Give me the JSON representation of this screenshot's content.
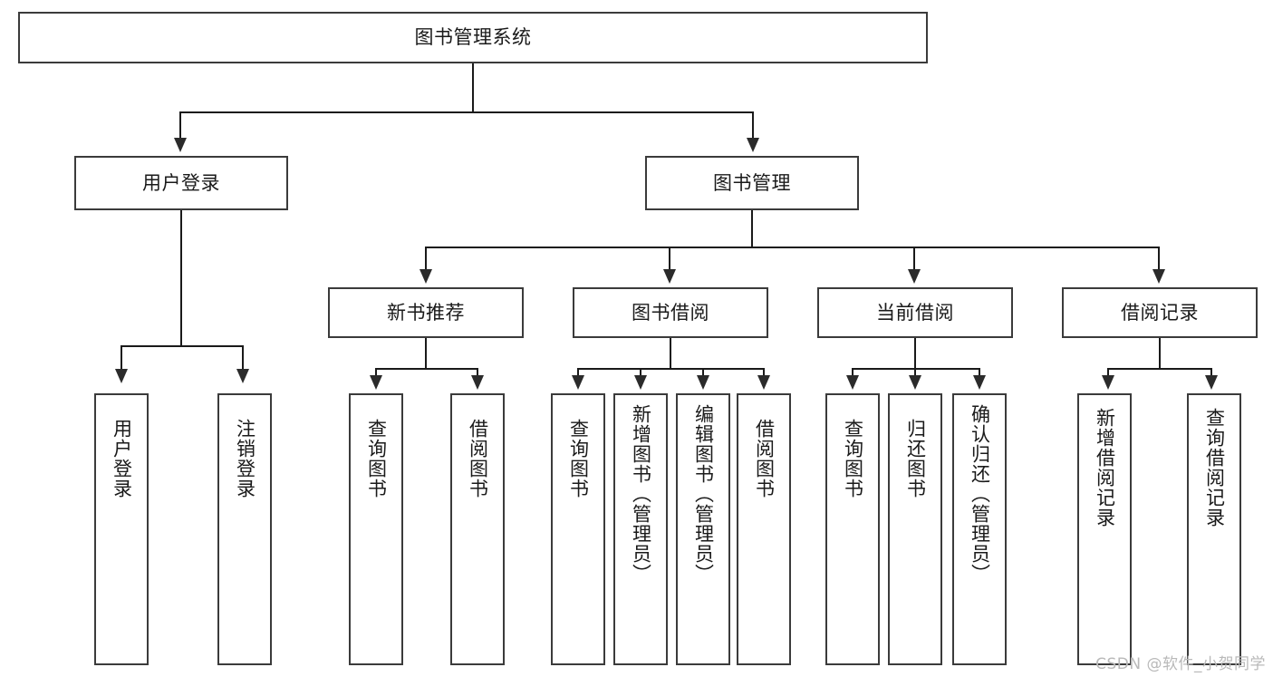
{
  "diagram": {
    "title": "图书管理系统",
    "type": "tree-hierarchy-chart",
    "root": {
      "id": "root",
      "label": "图书管理系统"
    },
    "level1": [
      {
        "id": "user-login",
        "label": "用户登录"
      },
      {
        "id": "book-manage",
        "label": "图书管理"
      }
    ],
    "level2": [
      {
        "id": "new-book-recommend",
        "label": "新书推荐",
        "parent": "book-manage"
      },
      {
        "id": "book-borrow",
        "label": "图书借阅",
        "parent": "book-manage"
      },
      {
        "id": "current-borrow",
        "label": "当前借阅",
        "parent": "book-manage"
      },
      {
        "id": "borrow-record",
        "label": "借阅记录",
        "parent": "book-manage"
      }
    ],
    "leaves": [
      {
        "id": "leaf-user-login",
        "label": "用户登录",
        "parent": "user-login"
      },
      {
        "id": "leaf-logout",
        "label": "注销登录",
        "parent": "user-login"
      },
      {
        "id": "leaf-query-book-1",
        "label": "查询图书",
        "parent": "new-book-recommend"
      },
      {
        "id": "leaf-borrow-book-1",
        "label": "借阅图书",
        "parent": "new-book-recommend"
      },
      {
        "id": "leaf-query-book-2",
        "label": "查询图书",
        "parent": "book-borrow"
      },
      {
        "id": "leaf-add-book",
        "label": "新增图书（管理员）",
        "parent": "book-borrow"
      },
      {
        "id": "leaf-edit-book",
        "label": "编辑图书（管理员）",
        "parent": "book-borrow"
      },
      {
        "id": "leaf-borrow-book-2",
        "label": "借阅图书",
        "parent": "book-borrow"
      },
      {
        "id": "leaf-query-book-3",
        "label": "查询图书",
        "parent": "current-borrow"
      },
      {
        "id": "leaf-return-book",
        "label": "归还图书",
        "parent": "current-borrow"
      },
      {
        "id": "leaf-confirm-return",
        "label": "确认归还（管理员）",
        "parent": "current-borrow"
      },
      {
        "id": "leaf-add-record",
        "label": "新增借阅记录",
        "parent": "borrow-record"
      },
      {
        "id": "leaf-query-record",
        "label": "查询借阅记录",
        "parent": "borrow-record"
      }
    ]
  },
  "watermark": {
    "text": "CSDN @软件_小贺同学"
  },
  "colors": {
    "box_border": "#3b3b3b",
    "connector": "#1a1a1a",
    "text": "#1a1a1a",
    "background": "#ffffff",
    "watermark": "#b9b9b9"
  }
}
